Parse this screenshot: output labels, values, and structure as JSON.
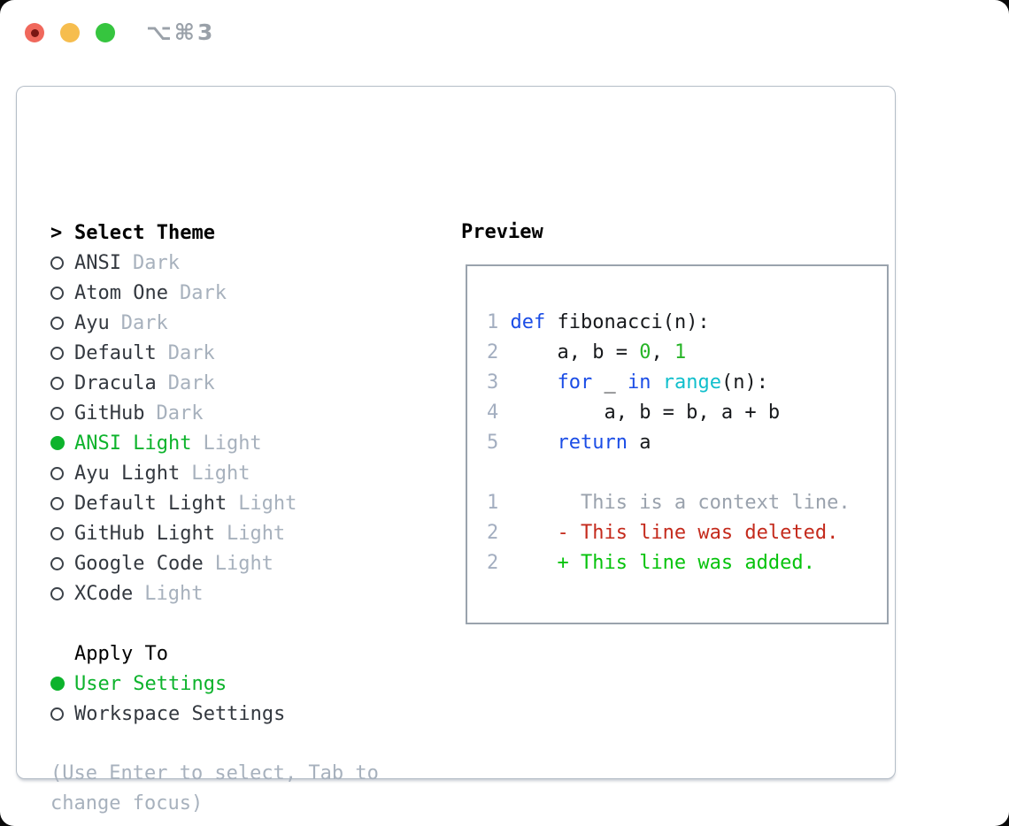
{
  "window": {
    "title": "⌥⌘3"
  },
  "colors": {
    "accent_green": "#0db32c",
    "added_green": "#06c30c",
    "deleted_red": "#c42a1c",
    "keyword_blue": "#1b4de6",
    "builtin_cyan": "#10bfcc",
    "literal_green": "#26b426",
    "muted": "#a7b1bd",
    "muted_diff": "#9aa2ad",
    "line_number": "#a3aec0",
    "text_dark": "#33383f",
    "border_main": "#b4bdc7",
    "border_preview": "#9aa3ad",
    "traffic_red": "#f0685c",
    "traffic_red_dot": "#7a1613",
    "traffic_yellow": "#f6bd4e",
    "traffic_green": "#36c53f"
  },
  "theme_picker": {
    "header_prefix": ">",
    "header": "Select Theme",
    "items": [
      {
        "name": "ANSI",
        "variant": "Dark",
        "selected": false
      },
      {
        "name": "Atom One",
        "variant": "Dark",
        "selected": false
      },
      {
        "name": "Ayu",
        "variant": "Dark",
        "selected": false
      },
      {
        "name": "Default",
        "variant": "Dark",
        "selected": false
      },
      {
        "name": "Dracula",
        "variant": "Dark",
        "selected": false
      },
      {
        "name": "GitHub",
        "variant": "Dark",
        "selected": false
      },
      {
        "name": "ANSI Light",
        "variant": "Light",
        "selected": true
      },
      {
        "name": "Ayu Light",
        "variant": "Light",
        "selected": false
      },
      {
        "name": "Default Light",
        "variant": "Light",
        "selected": false
      },
      {
        "name": "GitHub Light",
        "variant": "Light",
        "selected": false
      },
      {
        "name": "Google Code",
        "variant": "Light",
        "selected": false
      },
      {
        "name": "XCode",
        "variant": "Light",
        "selected": false
      }
    ]
  },
  "apply_to": {
    "header": "Apply To",
    "options": [
      {
        "label": "User Settings",
        "selected": true
      },
      {
        "label": "Workspace Settings",
        "selected": false
      }
    ]
  },
  "hint": {
    "line1": "(Use Enter to select, Tab to",
    "line2": "change focus)"
  },
  "preview": {
    "header": "Preview",
    "lines": [
      [
        {
          "t": "1 ",
          "c": "num"
        },
        {
          "t": "def",
          "c": "kw"
        },
        {
          "t": " fibonacci(n):",
          "c": "code"
        }
      ],
      [
        {
          "t": "2 ",
          "c": "num"
        },
        {
          "t": "    a, b = ",
          "c": "code"
        },
        {
          "t": "0",
          "c": "lit"
        },
        {
          "t": ", ",
          "c": "code"
        },
        {
          "t": "1",
          "c": "lit"
        }
      ],
      [
        {
          "t": "3 ",
          "c": "num"
        },
        {
          "t": "    ",
          "c": "code"
        },
        {
          "t": "for",
          "c": "kw"
        },
        {
          "t": " _ ",
          "c": "code"
        },
        {
          "t": "in",
          "c": "kw"
        },
        {
          "t": " ",
          "c": "code"
        },
        {
          "t": "range",
          "c": "cyan"
        },
        {
          "t": "(n):",
          "c": "code"
        }
      ],
      [
        {
          "t": "4 ",
          "c": "num"
        },
        {
          "t": "        a, b = b, a + b",
          "c": "code"
        }
      ],
      [
        {
          "t": "5 ",
          "c": "num"
        },
        {
          "t": "    ",
          "c": "code"
        },
        {
          "t": "return",
          "c": "kw"
        },
        {
          "t": " a",
          "c": "code"
        }
      ],
      [],
      [
        {
          "t": "1 ",
          "c": "num"
        },
        {
          "t": "      This is a context line.",
          "c": "ctx"
        }
      ],
      [
        {
          "t": "2 ",
          "c": "num"
        },
        {
          "t": "    - This line was deleted.",
          "c": "del"
        }
      ],
      [
        {
          "t": "2 ",
          "c": "num"
        },
        {
          "t": "    + This line was added.",
          "c": "add"
        }
      ]
    ]
  }
}
